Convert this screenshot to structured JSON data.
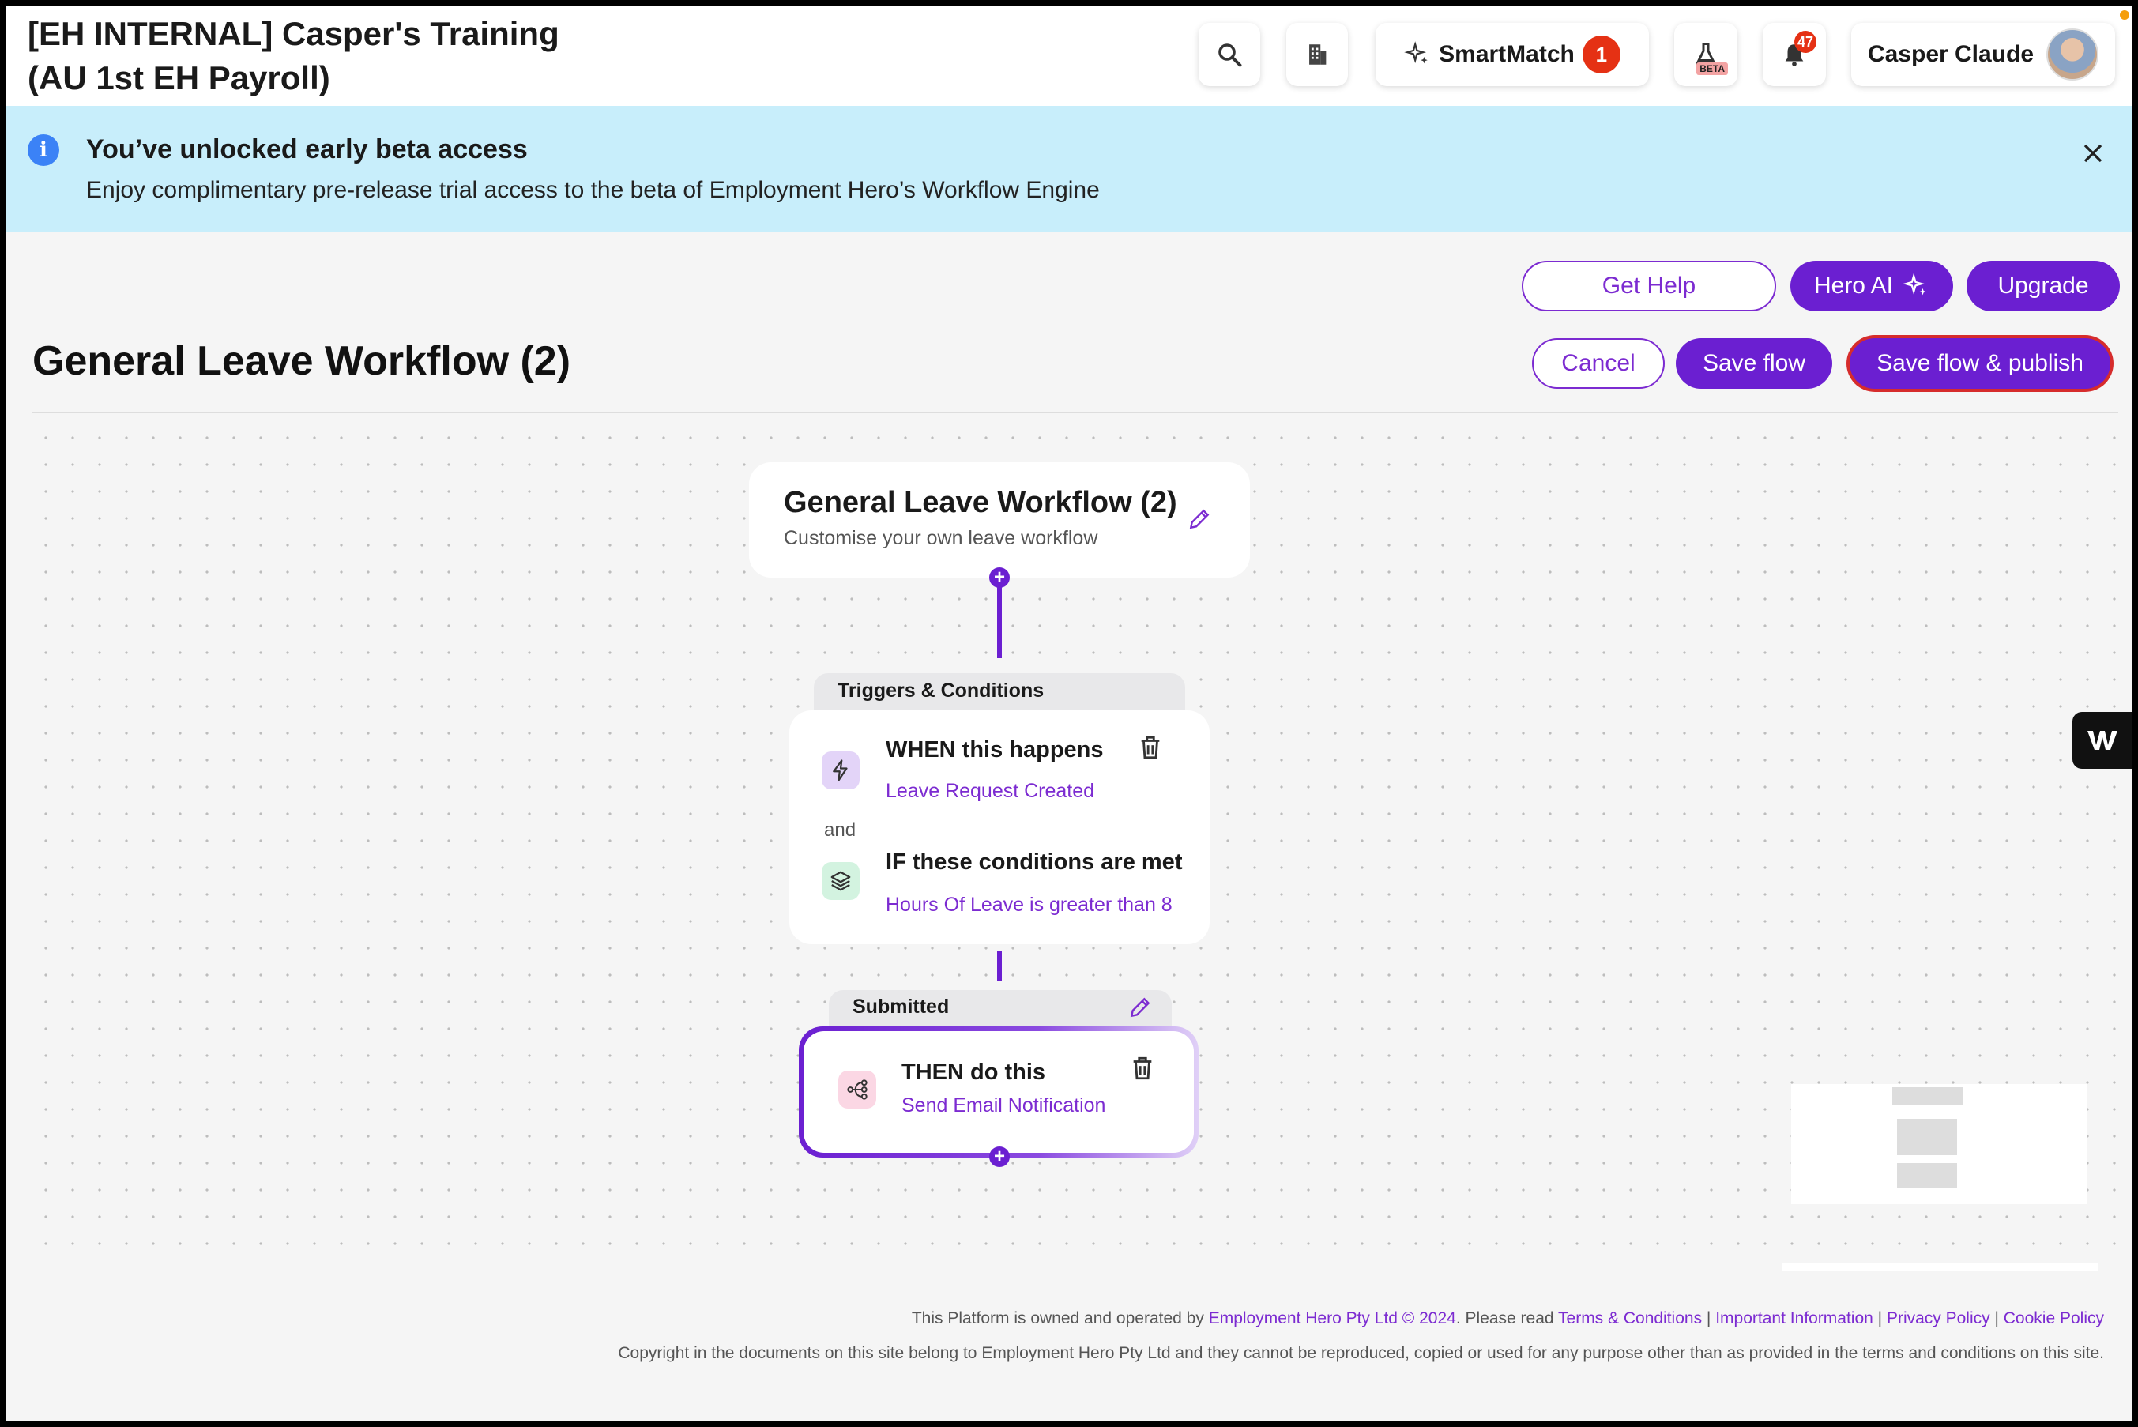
{
  "header": {
    "org_title_line1": "[EH INTERNAL] Casper's Training",
    "org_title_line2": "(AU 1st EH Payroll)",
    "smartmatch_label": "SmartMatch",
    "smartmatch_count": "1",
    "beta_tag": "BETA",
    "notification_count": "47",
    "user_name": "Casper Claude"
  },
  "banner": {
    "info_glyph": "i",
    "title": "You’ve unlocked early beta access",
    "text": "Enjoy complimentary pre-release trial access to the beta of Employment Hero’s Workflow Engine"
  },
  "actions": {
    "get_help": "Get Help",
    "hero_ai": "Hero AI",
    "upgrade": "Upgrade",
    "cancel": "Cancel",
    "save_flow": "Save flow",
    "save_publish": "Save flow & publish"
  },
  "page": {
    "title": "General Leave Workflow (2)"
  },
  "workflow": {
    "name": "General Leave Workflow (2)",
    "description": "Customise your own leave workflow",
    "triggers_tab": "Triggers & Conditions",
    "when_title": "WHEN this happens",
    "when_value": "Leave Request Created",
    "and_word": "and",
    "if_title": "IF these conditions are met",
    "if_value": "Hours Of Leave is greater than 8",
    "submitted_tab": "Submitted",
    "then_title": "THEN do this",
    "then_value": "Send Email Notification",
    "add_glyph": "+"
  },
  "footer": {
    "owned_prefix": "This Platform is owned and operated by ",
    "company": "Employment Hero Pty Ltd © 2024",
    "read_text": ". Please read ",
    "terms": "Terms & Conditions",
    "sep": " | ",
    "important": "Important Information",
    "privacy": "Privacy Policy",
    "cookie": "Cookie Policy",
    "copyright": "Copyright in the documents on this site belong to Employment Hero Pty Ltd and they cannot be reproduced, copied or used for any purpose other than as provided in the terms and conditions on this site."
  },
  "colors": {
    "accent": "#6b1fd1",
    "banner_bg": "#c8eefb",
    "badge_red": "#e53114",
    "publish_outline": "#d62c2c"
  }
}
